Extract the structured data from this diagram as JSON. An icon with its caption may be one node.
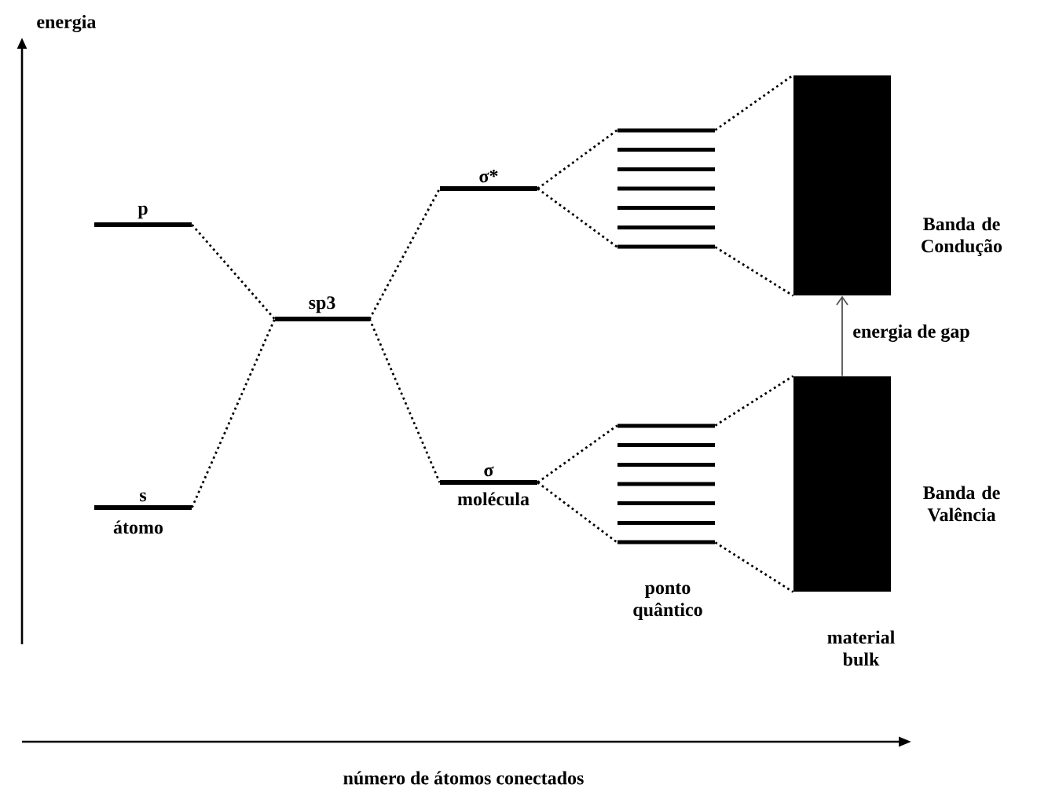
{
  "diagram": {
    "nodes": [
      {
        "text": [
          "p"
        ]
      },
      {
        "text": [
          "s"
        ],
        "beside": [
          "átomo"
        ]
      },
      {
        "text": [
          "sp3"
        ]
      },
      {
        "text": [
          "σ*"
        ]
      },
      {
        "text": [
          "σ"
        ],
        "beside": [
          "molécula"
        ]
      },
      {
        "text": [],
        "shape": "bar"
      },
      {
        "text": [],
        "shape": "bar",
        "beside": [
          "ponto quântico"
        ]
      },
      {
        "text": [],
        "shape": "box",
        "beside": [
          "Banda de Condução"
        ]
      },
      {
        "text": [],
        "shape": "box",
        "beside": [
          "Banda de Valência",
          "material bulk"
        ]
      }
    ],
    "edges": [
      {
        "from": 0,
        "to": 2,
        "arrow": "none",
        "style": "dashed"
      },
      {
        "from": 1,
        "to": 2,
        "arrow": "none",
        "style": "dashed"
      },
      {
        "from": 2,
        "to": 3,
        "arrow": "none",
        "style": "dashed"
      },
      {
        "from": 2,
        "to": 4,
        "arrow": "none",
        "style": "dashed"
      },
      {
        "from": 3,
        "to": 5,
        "arrow": "none",
        "style": "dashed"
      },
      {
        "from": 3,
        "to": 5,
        "arrow": "none",
        "style": "dashed"
      },
      {
        "from": 5,
        "to": 7,
        "arrow": "none",
        "style": "dashed"
      },
      {
        "from": 5,
        "to": 7,
        "arrow": "none",
        "style": "dashed"
      },
      {
        "from": 4,
        "to": 6,
        "arrow": "none",
        "style": "dashed"
      },
      {
        "from": 4,
        "to": 6,
        "arrow": "none",
        "style": "dashed"
      },
      {
        "from": 6,
        "to": 8,
        "arrow": "none",
        "style": "dashed"
      },
      {
        "from": 6,
        "to": 8,
        "arrow": "none",
        "style": "dashed"
      },
      {
        "from": 8,
        "to": 7,
        "arrow": "to",
        "label": "energia de gap",
        "color": "#555555"
      }
    ],
    "labels": [
      "energia",
      "número de átomos conectados"
    ]
  }
}
